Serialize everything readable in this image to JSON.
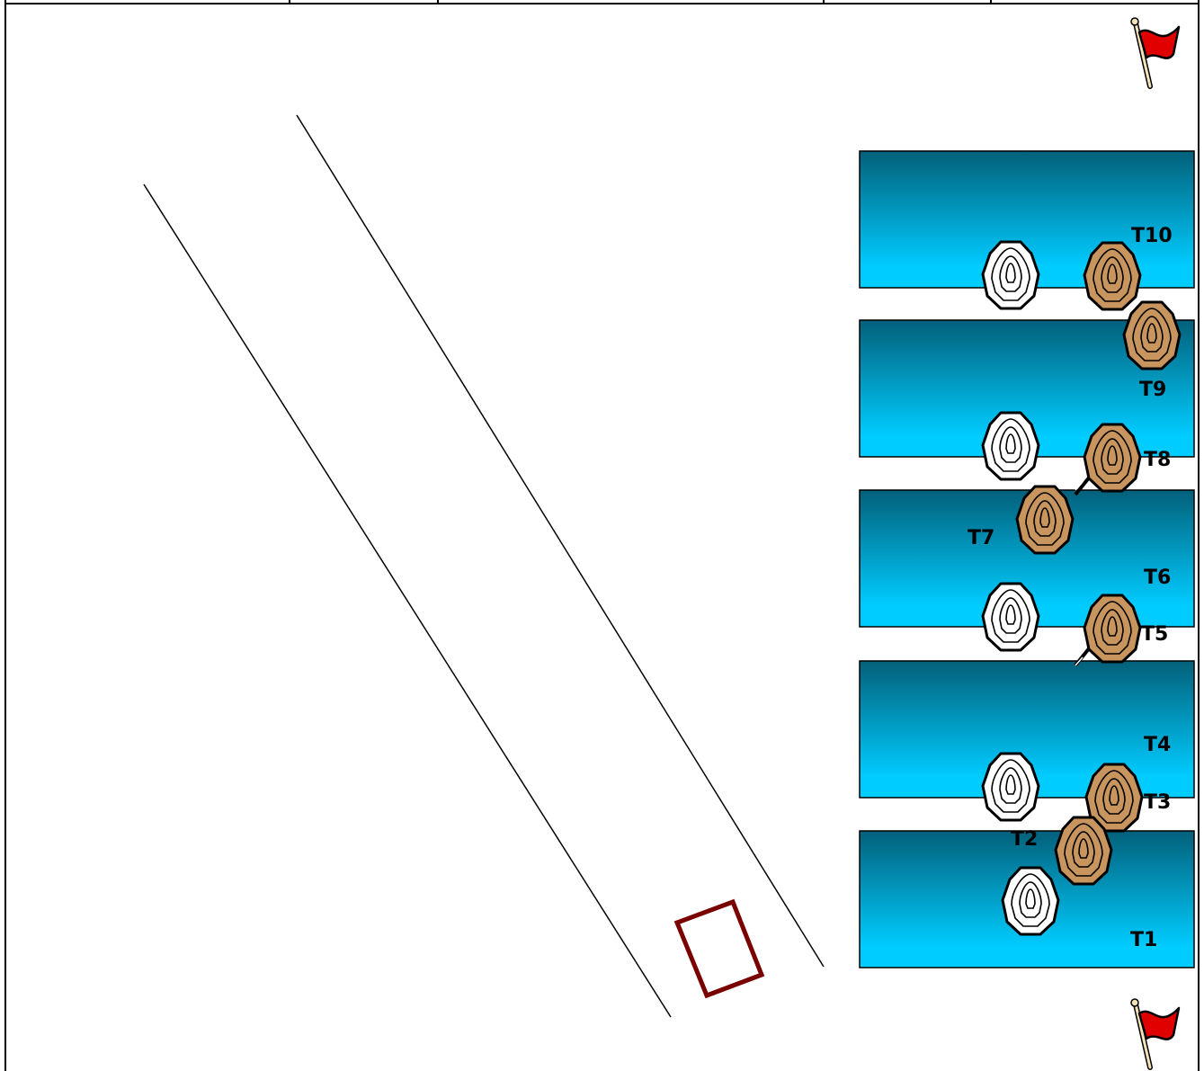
{
  "header_cells": [
    "",
    "",
    "",
    "",
    "",
    ""
  ],
  "target_labels": {
    "t1": "T1",
    "t2": "T2",
    "t3": "T3",
    "t4": "T4",
    "t5": "T5",
    "t6": "T6",
    "t7": "T7",
    "t8": "T8",
    "t9": "T9",
    "t10": "T10"
  },
  "icons": {
    "flag_top": "red-flag-icon",
    "flag_bottom": "red-flag-icon",
    "shooter_box": "shooting-box-marker"
  },
  "colors": {
    "barricade_top": "#03607a",
    "barricade_bottom": "#00ccff",
    "paper_target": "#c8955e",
    "no_shoot_target": "#ffffff",
    "shooting_box": "#7a0000",
    "flag_red": "#e00000"
  }
}
